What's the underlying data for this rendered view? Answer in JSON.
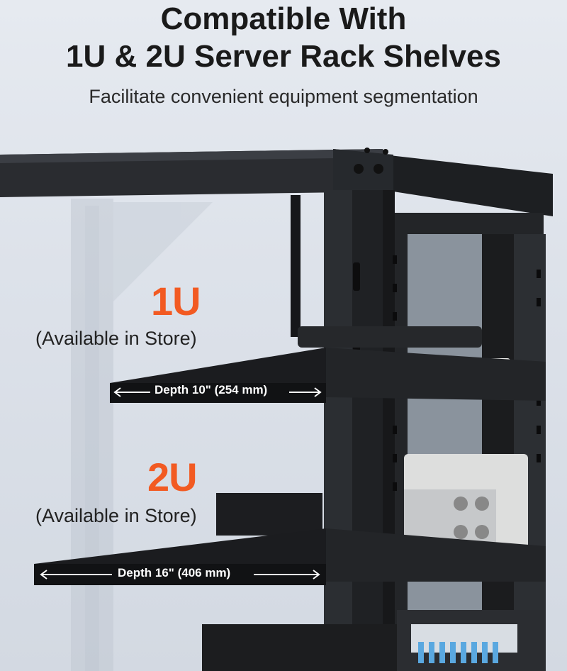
{
  "header": {
    "title_line1": "Compatible With",
    "title_line2": "1U & 2U Server Rack Shelves",
    "subtitle": "Facilitate convenient equipment segmentation"
  },
  "shelves": [
    {
      "size": "1U",
      "availability": "(Available in Store)",
      "depth": "Depth 10\" (254 mm)"
    },
    {
      "size": "2U",
      "availability": "(Available in Store)",
      "depth": "Depth 16\" (406 mm)"
    }
  ],
  "colors": {
    "accent": "#f25a22",
    "frame": "#222222",
    "background": "#e2e6ec"
  }
}
